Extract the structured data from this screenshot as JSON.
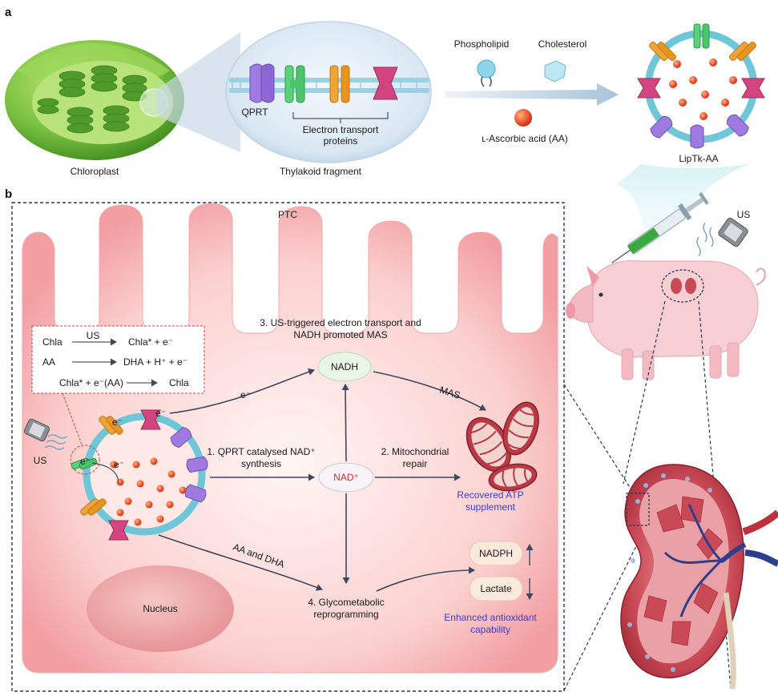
{
  "panels": {
    "a": "a",
    "b": "b"
  },
  "panel_a": {
    "chloroplast": "Chloroplast",
    "thylakoid": "Thylakoid fragment",
    "qprt": "QPRT",
    "etp_line1": "Electron transport",
    "etp_line2": "proteins",
    "phospholipid": "Phospholipid",
    "cholesterol": "Cholesterol",
    "aa": "ʟ-Ascorbic acid (AA)",
    "liptk": "LipTk-AA",
    "us": "US"
  },
  "panel_b": {
    "ptc": "PTC",
    "eq1_left": "Chla",
    "eq1_over": "US",
    "eq1_right": "Chla* + e⁻",
    "eq2_left": "AA",
    "eq2_right": "DHA + H⁺ + e⁻",
    "eq3_left": "Chla* + e⁻(AA)",
    "eq3_right": "Chla",
    "us": "US",
    "e_minus": "e⁻",
    "step3_line1": "3. US-triggered electron transport and",
    "step3_line2": "NADH promoted MAS",
    "nadh": "NADH",
    "mas": "MAS",
    "step1_line1": "1. QPRT catalysed NAD⁺",
    "step1_line2": "synthesis",
    "nad": "NAD⁺",
    "step2_line1": "2. Mitochondrial",
    "step2_line2": "repair",
    "atp_line1": "Recovered ATP",
    "atp_line2": "supplement",
    "aa_dha": "AA and DHA",
    "nucleus": "Nucleus",
    "step4_line1": "4. Glycometabolic",
    "step4_line2": "reprogramming",
    "nadph": "NADPH",
    "lactate": "Lactate",
    "anti_line1": "Enhanced antioxidant",
    "anti_line2": "capability"
  },
  "colors": {
    "accent_text": "#3b3bd6",
    "nad_text": "#d42a2a",
    "cell": "#f6b4b6",
    "liposome_ring": "#6fc6d8",
    "chloroplast": "#7cc242"
  }
}
